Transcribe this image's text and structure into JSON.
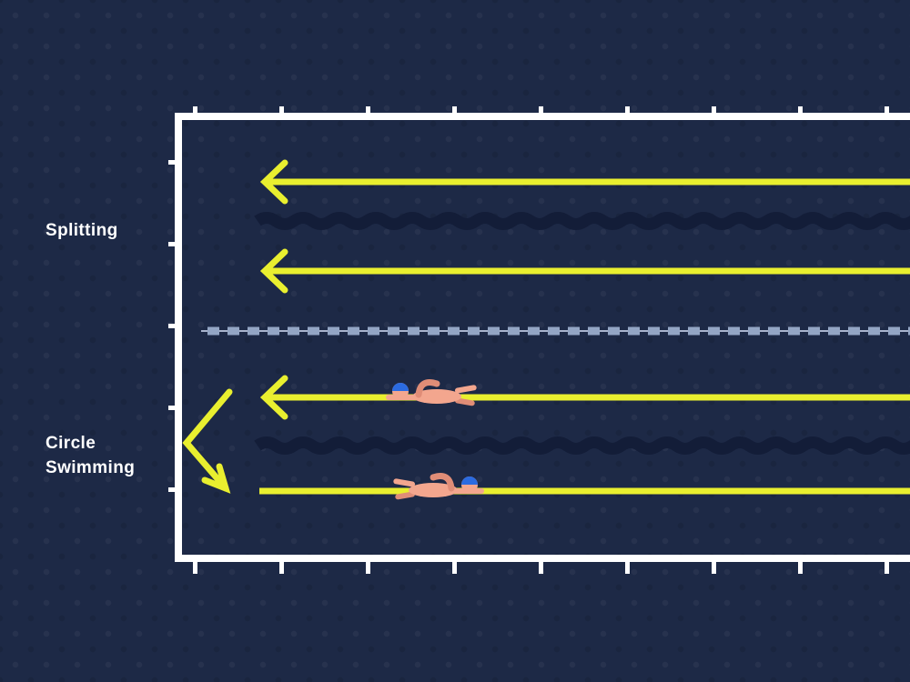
{
  "labels": {
    "splitting": "Splitting",
    "circle_swimming_line1": "Circle",
    "circle_swimming_line2": "Swimming"
  },
  "colors": {
    "background": "#1d2946",
    "pool_border": "#ffffff",
    "arrow_yellow": "#e9ef2f",
    "lane_rope_dark": "#131d38",
    "lane_divider_floats": "#93a5c4",
    "swimmer_skin": "#f3a68e",
    "swimmer_skin_shade": "#e08d77",
    "swim_cap": "#2b6be0",
    "label_text": "#ffffff"
  },
  "icons": {
    "left_arrow_icon": "←",
    "turn_arrow_icon": "⤶",
    "swimmer_icon": "🏊"
  }
}
